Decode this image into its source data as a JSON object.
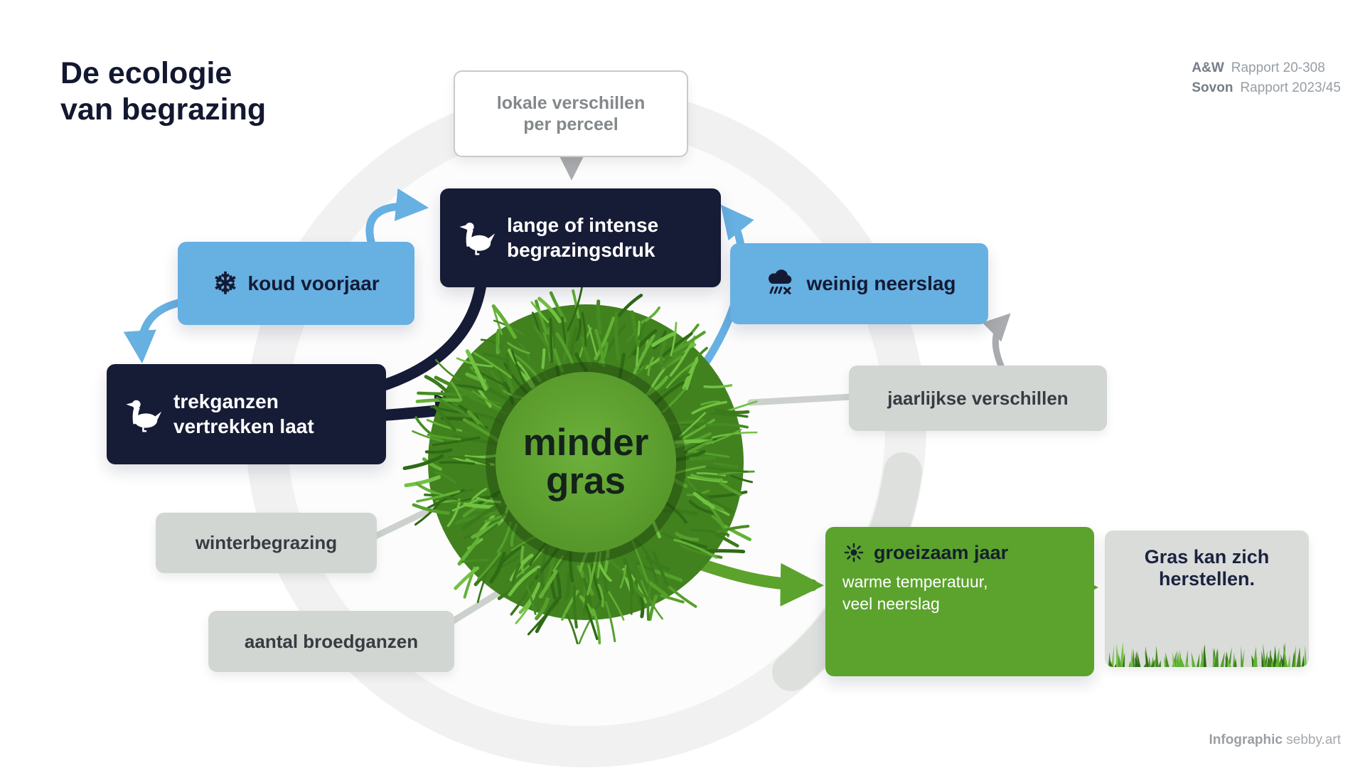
{
  "title": {
    "line1": "De ecologie",
    "line2": "van begrazing"
  },
  "credits": {
    "row1_label": "A&W",
    "row1_text": "Rapport 20-308",
    "row2_label": "Sovon",
    "row2_text": "Rapport 2023/45"
  },
  "footer": {
    "label": "Infographic",
    "text": "sebby.art"
  },
  "center": {
    "line1": "minder",
    "line2": "gras"
  },
  "boxes": {
    "lokale": {
      "line1": "lokale verschillen",
      "line2": "per perceel"
    },
    "begrazingsdruk": {
      "line1": "lange of intense",
      "line2": "begrazingsdruk",
      "icon": "goose-icon"
    },
    "koud": {
      "label": "koud voorjaar",
      "icon": "snowflake-icon"
    },
    "trekganzen": {
      "line1": "trekganzen",
      "line2": "vertrekken laat",
      "icon": "goose-icon"
    },
    "neerslag": {
      "label": "weinig neerslag",
      "icon": "rain-crossed-icon"
    },
    "jaarlijks": {
      "label": "jaarlijkse verschillen"
    },
    "winter": {
      "label": "winterbegrazing"
    },
    "broedganzen": {
      "label": "aantal broedganzen"
    },
    "groeizaam": {
      "title": "groeizaam jaar",
      "sub1": "warme temperatuur,",
      "sub2": "veel neerslag",
      "icon": "sun-icon"
    },
    "herstel": {
      "line1": "Gras kan zich",
      "line2": "herstellen."
    }
  },
  "icons": {
    "snowflake": "❄"
  },
  "colors": {
    "navy": "#161b36",
    "blue": "#67b0e2",
    "green": "#5ba32c",
    "gray_box": "#d2d6d2",
    "grass": "#55a02b",
    "arrow_gray": "#a9abae"
  }
}
